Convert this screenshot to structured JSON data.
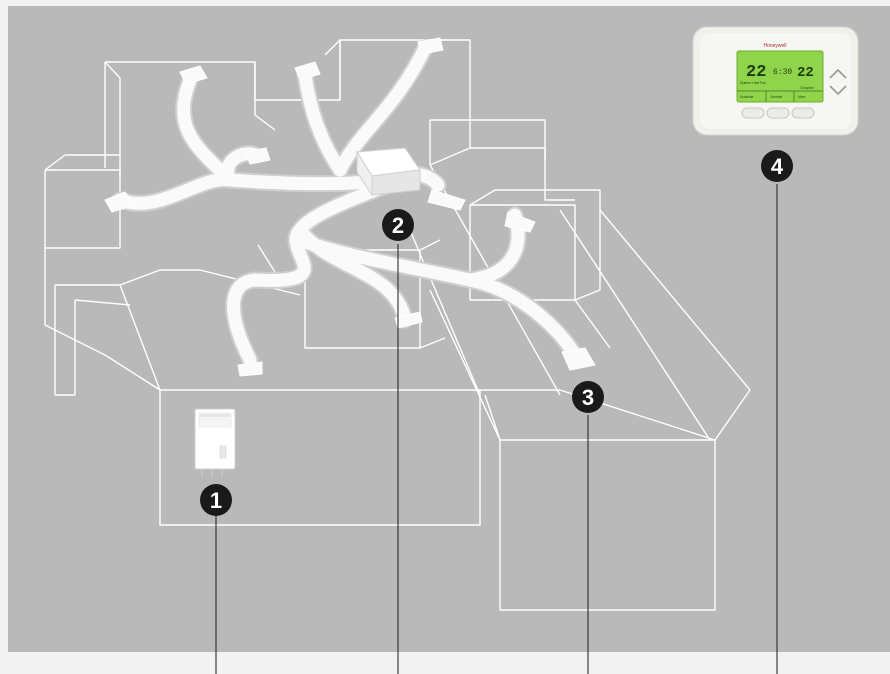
{
  "colors": {
    "panel": "#b9b9b9",
    "page": "#f2f2f2",
    "wireframe": "#ffffff",
    "duct": "#f7f7f7",
    "badge": "#1a1a1a",
    "thermostat_body": "#f1f1ec",
    "lcd": "#8fd44a"
  },
  "callouts": [
    {
      "number": "1",
      "target": "tankless-water-heater"
    },
    {
      "number": "2",
      "target": "air-handler-unit"
    },
    {
      "number": "3",
      "target": "floor-register"
    },
    {
      "number": "4",
      "target": "thermostat"
    }
  ],
  "thermostat": {
    "brand": "Honeywell",
    "indoor_temp": "22",
    "time": "6:30",
    "set_temp": "22",
    "status_left": "System: Heat Fan",
    "status_right": "Occupied",
    "softkey_1": "Schedule",
    "softkey_2": "Override",
    "softkey_3": "More"
  }
}
